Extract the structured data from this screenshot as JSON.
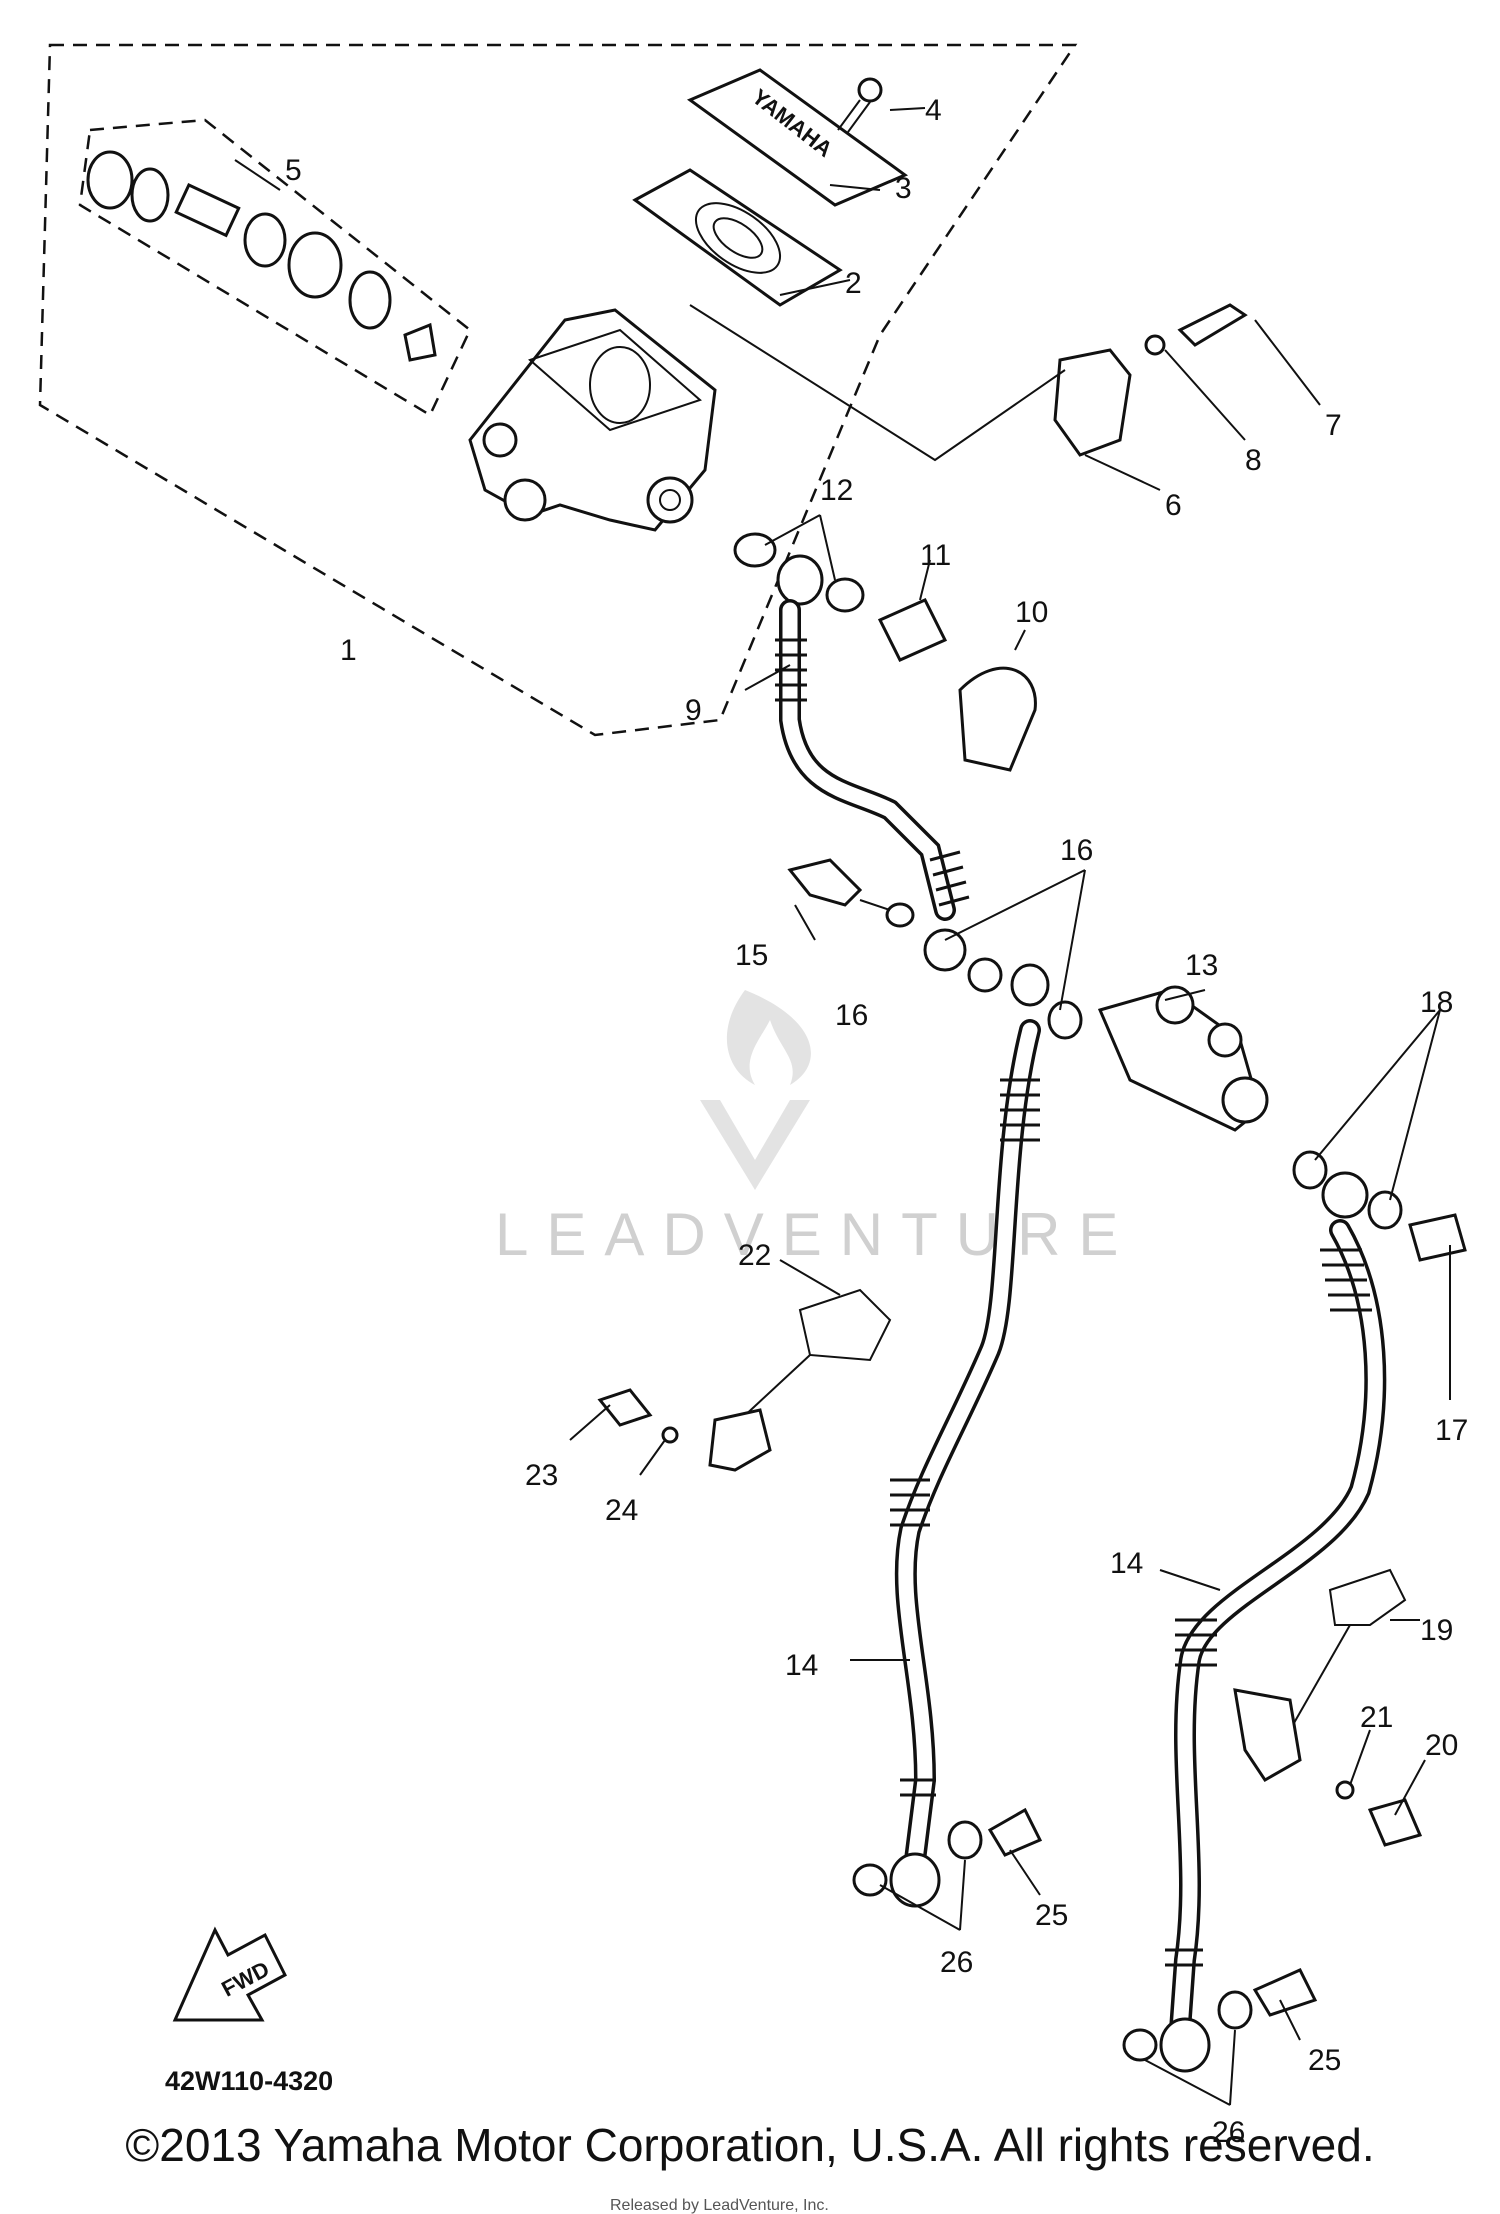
{
  "diagram": {
    "part_callouts": [
      "1",
      "2",
      "3",
      "4",
      "5",
      "6",
      "7",
      "8",
      "9",
      "10",
      "11",
      "12",
      "13",
      "14",
      "14",
      "15",
      "16",
      "16",
      "17",
      "18",
      "19",
      "20",
      "21",
      "22",
      "23",
      "24",
      "25",
      "25",
      "26",
      "26"
    ],
    "reservoir_cap_text": "YAMAHA",
    "direction_marker": "FWD",
    "diagram_code": "42W110-4320",
    "watermark": "LEADVENTURE",
    "footer_stamp": "Released by LeadVenture, Inc.",
    "copyright": "©2013 Yamaha Motor Corporation, U.S.A. All rights reserved."
  }
}
